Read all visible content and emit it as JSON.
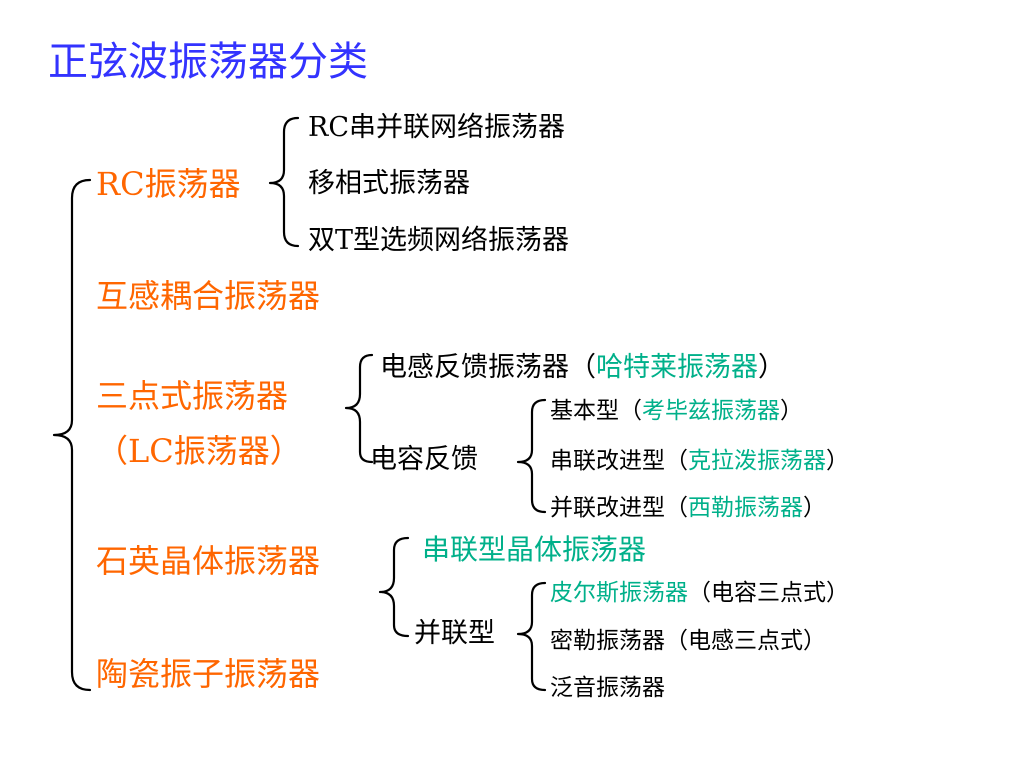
{
  "title": "正弦波振荡器分类",
  "rc": {
    "label": "RC振荡器",
    "children": [
      "RC串并联网络振荡器",
      "移相式振荡器",
      "双T型选频网络振荡器"
    ]
  },
  "mutual": {
    "label": "互感耦合振荡器"
  },
  "three_point": {
    "label": "三点式振荡器",
    "sublabel": "（LC振荡器）",
    "inductive": {
      "text": "电感反馈振荡器（",
      "name": "哈特莱振荡器",
      "close": "）"
    },
    "capacitive": {
      "label": "电容反馈",
      "children": [
        {
          "text": "基本型（",
          "name": "考毕兹振荡器",
          "close": "）"
        },
        {
          "text": "串联改进型（",
          "name": "克拉泼振荡器",
          "close": "）"
        },
        {
          "text": "并联改进型（",
          "name": "西勒振荡器",
          "close": "）"
        }
      ]
    }
  },
  "quartz": {
    "label": "石英晶体振荡器",
    "series": "串联型晶体振荡器",
    "parallel": {
      "label": "并联型",
      "children": [
        {
          "name": "皮尔斯振荡器",
          "note": "（电容三点式）"
        },
        {
          "name": "密勒振荡器",
          "note": "（电感三点式）"
        },
        {
          "name": "泛音振荡器",
          "note": ""
        }
      ]
    }
  },
  "ceramic": {
    "label": "陶瓷振子振荡器"
  },
  "colors": {
    "title": "#3333ff",
    "level1": "#ff6600",
    "highlight": "#00b08a",
    "text": "#000000"
  }
}
